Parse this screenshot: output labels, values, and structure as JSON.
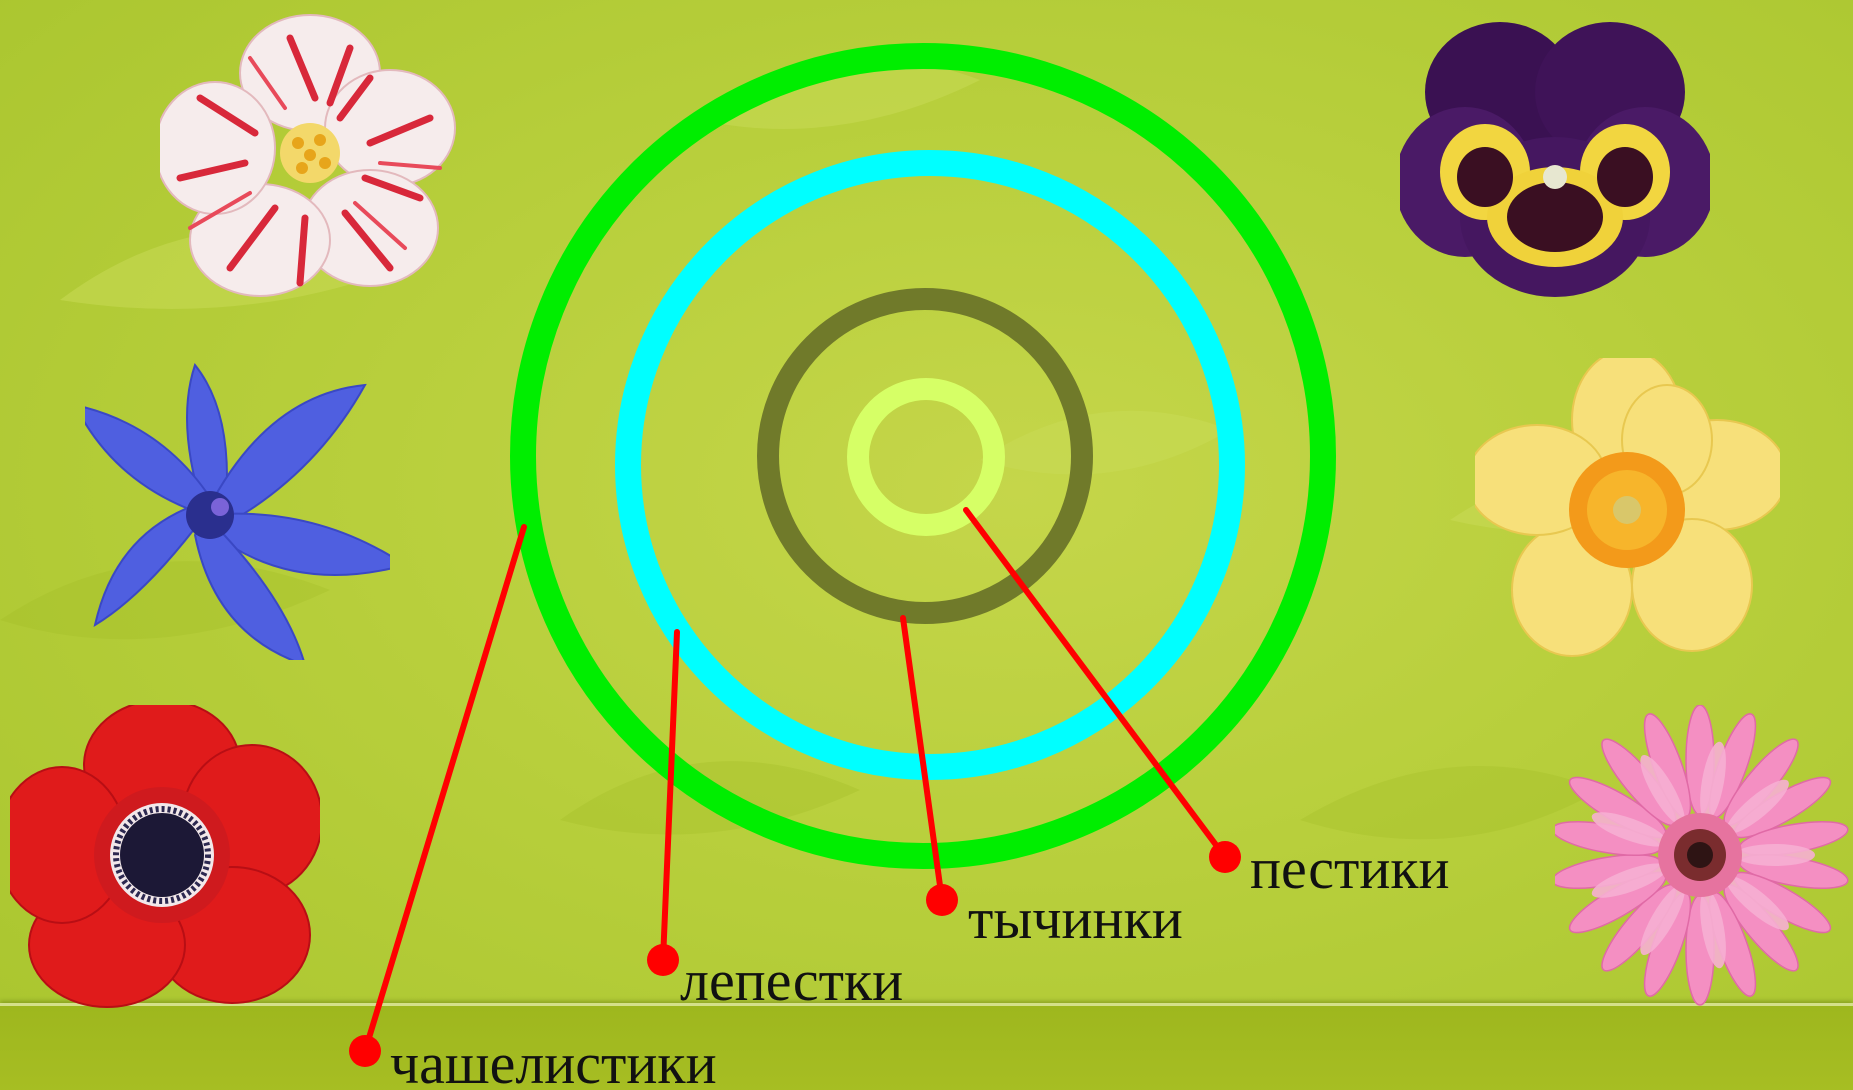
{
  "diagram": {
    "labels": {
      "sepals": "чашелистики",
      "petals": "лепестки",
      "stamens": "тычинки",
      "pistils": "пестики"
    },
    "colors": {
      "background": "#b8cf3c",
      "ring_sepals": "#00ee00",
      "ring_petals": "#00ffff",
      "ring_stamens": "#707a2a",
      "ring_pistils": "#d6ff66",
      "pointer": "#ff0000"
    }
  },
  "icons": [
    "camellia-flower-icon",
    "pansy-flower-icon",
    "delphinium-flower-icon",
    "daffodil-flower-icon",
    "anemone-flower-icon",
    "gerbera-flower-icon"
  ]
}
